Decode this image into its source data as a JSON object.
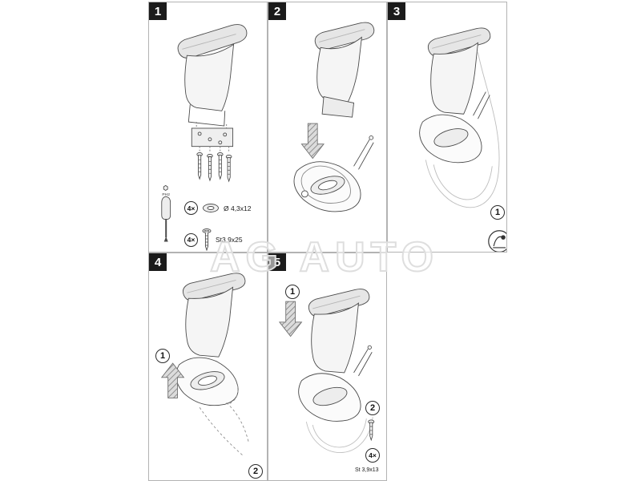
{
  "watermark": "AG AUTO",
  "panels": {
    "p1": {
      "number": "1",
      "tool_label": "PH2",
      "part1_qty": "4×",
      "part1_size": "Ø 4,3x12",
      "part2_qty": "4×",
      "part2_size": "St3,9x25"
    },
    "p2": {
      "number": "2"
    },
    "p3": {
      "number": "3",
      "step1": "1"
    },
    "p4": {
      "number": "4",
      "step1": "1",
      "step2": "2"
    },
    "p5": {
      "number": "5",
      "step1": "1",
      "step2": "2",
      "part_qty": "4×",
      "part_size": "St 3,9x13"
    }
  }
}
